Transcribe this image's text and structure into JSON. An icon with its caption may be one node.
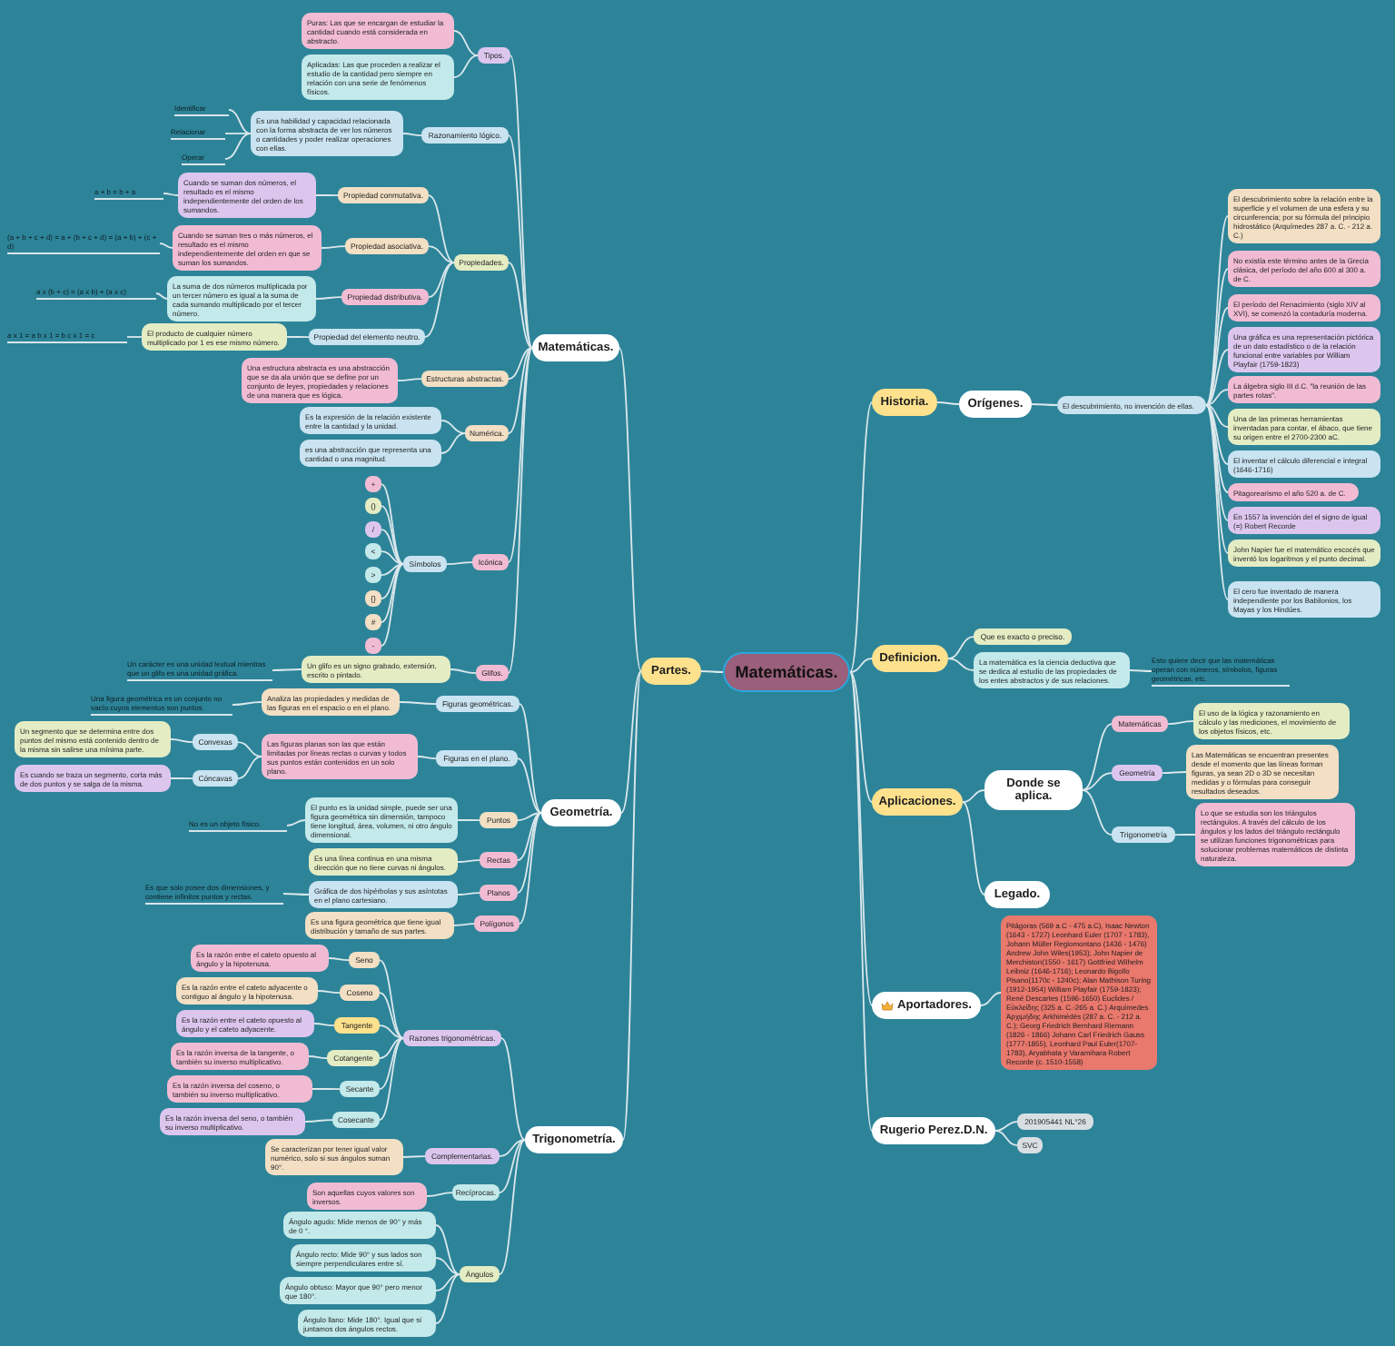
{
  "diagram": {
    "nodes": [
      {
        "text": [
          "Matemáticas."
        ]
      },
      {
        "text": [
          "Partes."
        ]
      },
      {
        "text": [
          "Matemáticas."
        ]
      },
      {
        "text": [
          "Tipos."
        ]
      },
      {
        "text": [
          "Puras: Las que se encargan de estudiar la cantidad cuando está considerada en abstracto."
        ]
      },
      {
        "text": [
          "Aplicadas: Las que proceden a realizar el estudio de la cantidad pero siempre en relación con una serie de fenómenos físicos."
        ]
      },
      {
        "text": [
          "Razonamiento lógico."
        ]
      },
      {
        "text": [
          "Es una habilidad y capacidad relacionada con la forma abstracta de ver los números o cantidades y poder realizar operaciones con ellas."
        ]
      },
      {
        "text": [
          "Identificar"
        ]
      },
      {
        "text": [
          "Relacionar"
        ]
      },
      {
        "text": [
          "Operar"
        ]
      },
      {
        "text": [
          "Propiedades."
        ]
      },
      {
        "text": [
          "Propiedad conmutativa."
        ]
      },
      {
        "text": [
          "Cuando se suman dos números, el resultado es el mismo independientemente del orden de los sumandos."
        ]
      },
      {
        "text": [
          "a + b = b + a"
        ]
      },
      {
        "text": [
          "Propiedad asociativa."
        ]
      },
      {
        "text": [
          "Cuando se suman tres o más números, el resultado es el mismo independientemente del orden en que se suman los sumandos."
        ]
      },
      {
        "text": [
          "(a + b + c + d) = a + (b + c + d) = (a + b) + (c + d)"
        ]
      },
      {
        "text": [
          "Propiedad distributiva."
        ]
      },
      {
        "text": [
          "La suma de dos números multiplicada por un tercer número es igual a la suma de cada sumando multiplicado por el tercer número."
        ]
      },
      {
        "text": [
          "a x (b + c) = (a x b) + (a x c)"
        ]
      },
      {
        "text": [
          "Propiedad del elemento neutro."
        ]
      },
      {
        "text": [
          "El producto de cualquier número multiplicado por 1 es ese mismo número."
        ]
      },
      {
        "text": [
          "a x 1 = a b x 1 = b c x 1 = c"
        ]
      },
      {
        "text": [
          "Estructuras abstractas."
        ]
      },
      {
        "text": [
          "Una estructura abstracta es una abstracción que se da ala unión que se define por un conjunto de leyes, propiedades y relaciones de una manera que es lógica."
        ]
      },
      {
        "text": [
          "Numérica."
        ]
      },
      {
        "text": [
          "Es la expresión de la relación existente entre la cantidad y la unidad."
        ]
      },
      {
        "text": [
          "es una abstracción que representa una cantidad o una magnitud."
        ]
      },
      {
        "text": [
          "Icónica"
        ]
      },
      {
        "text": [
          "Símbolos"
        ]
      },
      {
        "text": [
          "+"
        ]
      },
      {
        "text": [
          "()"
        ]
      },
      {
        "text": [
          "/"
        ]
      },
      {
        "text": [
          "<"
        ]
      },
      {
        "text": [
          ">"
        ]
      },
      {
        "text": [
          "{}"
        ]
      },
      {
        "text": [
          "#"
        ]
      },
      {
        "text": [
          "-"
        ]
      },
      {
        "text": [
          "Glifos."
        ]
      },
      {
        "text": [
          "Un glifo es un signo grabado, extensión, escrito o pintado."
        ]
      },
      {
        "text": [
          "Un carácter es una unidad textual mientras que un glifo es una unidad gráfica."
        ]
      },
      {
        "text": [
          "Geometría."
        ]
      },
      {
        "text": [
          "Figuras geométricas."
        ]
      },
      {
        "text": [
          "Analiza las propiedades y medidas de las figuras en el espacio o en el plano."
        ]
      },
      {
        "text": [
          "Una figura geométrica es un conjunto no vacío cuyos elementos son puntos."
        ]
      },
      {
        "text": [
          "Figuras en el plano."
        ]
      },
      {
        "text": [
          "Las figuras planas son las que están limitadas por líneas rectas o curvas y todos sus puntos están contenidos en un solo plano."
        ]
      },
      {
        "text": [
          "Convexas"
        ]
      },
      {
        "text": [
          "Un segmento que se determina entre dos puntos del mismo está contenido dentro de la misma sin salirse una mínima parte."
        ]
      },
      {
        "text": [
          "Cóncavas"
        ]
      },
      {
        "text": [
          "Es cuando se traza un segmento, corta más de dos puntos y se salga de la misma."
        ]
      },
      {
        "text": [
          "Puntos"
        ]
      },
      {
        "text": [
          "El punto es la unidad simple, puede ser una figura geométrica sin dimensión, tampoco tiene longitud, área, volumen, ni otro ángulo dimensional."
        ]
      },
      {
        "text": [
          "No es un objeto físico."
        ]
      },
      {
        "text": [
          "Rectas"
        ]
      },
      {
        "text": [
          "Es una línea continua en una misma dirección que no tiene curvas ni ángulos."
        ]
      },
      {
        "text": [
          "Planos"
        ]
      },
      {
        "text": [
          "Gráfica de dos hipérbolas y sus asíntotas en el plano cartesiano."
        ]
      },
      {
        "text": [
          "Es que solo posee dos dimensiones, y contiene infinitos puntos y rectas."
        ]
      },
      {
        "text": [
          "Polígonos"
        ]
      },
      {
        "text": [
          "Es una figura geométrica que tiene igual distribución y tamaño de sus partes."
        ]
      },
      {
        "text": [
          "Trigonometría."
        ]
      },
      {
        "text": [
          "Razones trigonométricas."
        ]
      },
      {
        "text": [
          "Seno"
        ]
      },
      {
        "text": [
          "Es la razón entre el cateto opuesto al ángulo y la hipotenusa."
        ]
      },
      {
        "text": [
          "Coseno"
        ]
      },
      {
        "text": [
          "Es la razón entre el cateto adyacente o contiguo al ángulo y la hipotenusa."
        ]
      },
      {
        "text": [
          "Tangente"
        ]
      },
      {
        "text": [
          "Es la razón entre el cateto opuesto al ángulo y el cateto adyacente."
        ]
      },
      {
        "text": [
          "Cotangente"
        ]
      },
      {
        "text": [
          "Es la razón inversa de la tangente, o también su inverso multiplicativo."
        ]
      },
      {
        "text": [
          "Secante"
        ]
      },
      {
        "text": [
          "Es la razón inversa del coseno, o también su inverso multiplicativo."
        ]
      },
      {
        "text": [
          "Cosecante"
        ]
      },
      {
        "text": [
          "Es la razón inversa del seno, o también su inverso multiplicativo."
        ]
      },
      {
        "text": [
          "Complementarias."
        ]
      },
      {
        "text": [
          "Se caracterizan por tener igual valor numérico, solo si sus ángulos suman 90°."
        ]
      },
      {
        "text": [
          "Recíprocas."
        ]
      },
      {
        "text": [
          "Son aquellas cuyos valores son inversos."
        ]
      },
      {
        "text": [
          "Ángulos"
        ]
      },
      {
        "text": [
          "Ángulo agudo: Mide menos de 90° y más de 0 °."
        ]
      },
      {
        "text": [
          "Ángulo recto: Mide 90° y sus lados son siempre perpendiculares entre sí."
        ]
      },
      {
        "text": [
          "Ángulo obtuso: Mayor que 90° pero menor que 180°."
        ]
      },
      {
        "text": [
          "Ángulo llano: Mide 180°. Igual que si juntamos dos ángulos rectos."
        ]
      },
      {
        "text": [
          "Historia."
        ]
      },
      {
        "text": [
          "Orígenes."
        ]
      },
      {
        "text": [
          "El descubrimiento, no invención de ellas."
        ]
      },
      {
        "text": [
          "El descubrimiento sobre la relación entre la superficie y el volumen de una esfera y su circunferencia; por su fórmula del principio hidrostático (Arquímedes 287 a. C. - 212 a. C.)"
        ]
      },
      {
        "text": [
          "No existía este término antes de la Grecia clásica, del período del año 600 al 300 a. de C."
        ]
      },
      {
        "text": [
          "El período del Renacimiento (siglo XIV al XVI), se comenzó la contaduría moderna."
        ]
      },
      {
        "text": [
          "Una gráfica es una representación pictórica de un dato estadístico o de la relación funcional entre variables por William Playfair (1759-1823)"
        ]
      },
      {
        "text": [
          "La álgebra siglo III d.C. \"la reunión de las partes rotas\"."
        ]
      },
      {
        "text": [
          "Una de las primeras herramientas inventadas para contar, el ábaco, que tiene su origen entre el 2700-2300 aC."
        ]
      },
      {
        "text": [
          "El inventar el cálculo diferencial e integral (1646-1716)"
        ]
      },
      {
        "text": [
          "Pitagorearismo el año 520 a. de C."
        ]
      },
      {
        "text": [
          "En 1557 la invención del el signo de igual (=) Robert Recorde"
        ]
      },
      {
        "text": [
          "John Napier fue el matemático escocés que inventó los logaritmos y el punto decimal."
        ]
      },
      {
        "text": [
          "El cero fue inventado de manera independiente por los Babilonios, los Mayas y los Hindúes."
        ]
      },
      {
        "text": [
          "Definicion."
        ]
      },
      {
        "text": [
          "Que es exacto o preciso."
        ]
      },
      {
        "text": [
          "La matemática es la ciencia deductiva que se dedica al estudio de las propiedades de los entes abstractos y de sus relaciones."
        ]
      },
      {
        "text": [
          "Esto quiere decir que las matemáticas operan con números, símbolos, figuras geométricas, etc."
        ]
      },
      {
        "text": [
          "Aplicaciones."
        ]
      },
      {
        "text": [
          "Donde se aplica."
        ]
      },
      {
        "text": [
          "Legado."
        ]
      },
      {
        "text": [
          "Matemáticas"
        ]
      },
      {
        "text": [
          "El uso de la lógica y razonamiento en cálculo y las mediciones, el movimiento de los objetos físicos, etc."
        ]
      },
      {
        "text": [
          "Geometría"
        ]
      },
      {
        "text": [
          "Las Matemáticas se encuentran presentes desde el momento que las líneas forman figuras, ya sean 2D o 3D se necesitan medidas y o fórmulas para conseguir resultados deseados."
        ]
      },
      {
        "text": [
          "Trigonometría"
        ]
      },
      {
        "text": [
          "Lo que se estudia son los triángulos rectángulos. A través del cálculo de los ángulos y los lados del triángulo rectángulo se utilizan funciones trigonométricas para solucionar problemas matemáticos de distinta naturaleza."
        ]
      },
      {
        "text": [
          "Aportadores."
        ]
      },
      {
        "text": [
          "Pitágoras (569 a.C - 475 a.C), Isaac Newton (1643 - 1727) Leonhard Euler (1707 - 1783), Johann Müller Regiomontano (1436 - 1476) Andrew John Wiles(1953); John Napier de Merchiston(1550 - 1617) Gottfried Wilhelm Leibniz (1646-1716); Leonardo Bigollo Pisano(1170c - 1240c); Alan Mathison Turing (1912-1954) William Playfair (1759-1823); René Descartes (1596-1650) Euclides / Εὐκλείδης (325 a. C.-265 a. C.) Arquímedes Ἀρχιμήδης Arkhimédēs (287 a. C. - 212 a. C.); Georg Friedrich Bernhard Riemann (1826 - 1866) Johann Carl Friedrich Gauss (1777-1855), Leonhard Paul Euler(1707- 1783), Aryabhata y Varamihara Robert Recorde (c. 1510-1558)"
        ]
      },
      {
        "text": [
          "Rugerio Perez.D.N."
        ]
      },
      {
        "text": [
          "201905441 NL°26"
        ]
      },
      {
        "text": [
          "SVC"
        ]
      }
    ],
    "edges": [
      {
        "from": 0,
        "to": 1,
        "arrow": "none"
      },
      {
        "from": 1,
        "to": 2,
        "arrow": "none"
      },
      {
        "from": 1,
        "to": 42,
        "arrow": "none"
      },
      {
        "from": 1,
        "to": 62,
        "arrow": "none"
      },
      {
        "from": 2,
        "to": 3,
        "arrow": "none"
      },
      {
        "from": 3,
        "to": 4,
        "arrow": "none"
      },
      {
        "from": 3,
        "to": 5,
        "arrow": "none"
      },
      {
        "from": 2,
        "to": 6,
        "arrow": "none"
      },
      {
        "from": 6,
        "to": 7,
        "arrow": "none"
      },
      {
        "from": 7,
        "to": 8,
        "arrow": "none"
      },
      {
        "from": 7,
        "to": 9,
        "arrow": "none"
      },
      {
        "from": 7,
        "to": 10,
        "arrow": "none"
      },
      {
        "from": 2,
        "to": 11,
        "arrow": "none"
      },
      {
        "from": 11,
        "to": 12,
        "arrow": "none"
      },
      {
        "from": 12,
        "to": 13,
        "arrow": "none"
      },
      {
        "from": 13,
        "to": 14,
        "arrow": "none"
      },
      {
        "from": 11,
        "to": 15,
        "arrow": "none"
      },
      {
        "from": 15,
        "to": 16,
        "arrow": "none"
      },
      {
        "from": 16,
        "to": 17,
        "arrow": "none"
      },
      {
        "from": 11,
        "to": 18,
        "arrow": "none"
      },
      {
        "from": 18,
        "to": 19,
        "arrow": "none"
      },
      {
        "from": 19,
        "to": 20,
        "arrow": "none"
      },
      {
        "from": 11,
        "to": 21,
        "arrow": "none"
      },
      {
        "from": 21,
        "to": 22,
        "arrow": "none"
      },
      {
        "from": 22,
        "to": 23,
        "arrow": "none"
      },
      {
        "from": 2,
        "to": 24,
        "arrow": "none"
      },
      {
        "from": 24,
        "to": 25,
        "arrow": "none"
      },
      {
        "from": 2,
        "to": 26,
        "arrow": "none"
      },
      {
        "from": 26,
        "to": 27,
        "arrow": "none"
      },
      {
        "from": 26,
        "to": 28,
        "arrow": "none"
      },
      {
        "from": 2,
        "to": 29,
        "arrow": "none"
      },
      {
        "from": 29,
        "to": 30,
        "arrow": "none"
      },
      {
        "from": 30,
        "to": 31,
        "arrow": "none"
      },
      {
        "from": 30,
        "to": 32,
        "arrow": "none"
      },
      {
        "from": 30,
        "to": 33,
        "arrow": "none"
      },
      {
        "from": 30,
        "to": 34,
        "arrow": "none"
      },
      {
        "from": 30,
        "to": 35,
        "arrow": "none"
      },
      {
        "from": 30,
        "to": 36,
        "arrow": "none"
      },
      {
        "from": 30,
        "to": 37,
        "arrow": "none"
      },
      {
        "from": 30,
        "to": 38,
        "arrow": "none"
      },
      {
        "from": 2,
        "to": 39,
        "arrow": "none"
      },
      {
        "from": 39,
        "to": 40,
        "arrow": "none"
      },
      {
        "from": 40,
        "to": 41,
        "arrow": "none"
      },
      {
        "from": 42,
        "to": 43,
        "arrow": "none"
      },
      {
        "from": 43,
        "to": 44,
        "arrow": "none"
      },
      {
        "from": 44,
        "to": 45,
        "arrow": "none"
      },
      {
        "from": 42,
        "to": 46,
        "arrow": "none"
      },
      {
        "from": 46,
        "to": 47,
        "arrow": "none"
      },
      {
        "from": 47,
        "to": 48,
        "arrow": "none"
      },
      {
        "from": 48,
        "to": 49,
        "arrow": "none"
      },
      {
        "from": 47,
        "to": 50,
        "arrow": "none"
      },
      {
        "from": 50,
        "to": 51,
        "arrow": "none"
      },
      {
        "from": 42,
        "to": 52,
        "arrow": "none"
      },
      {
        "from": 52,
        "to": 53,
        "arrow": "none"
      },
      {
        "from": 53,
        "to": 54,
        "arrow": "none"
      },
      {
        "from": 42,
        "to": 55,
        "arrow": "none"
      },
      {
        "from": 55,
        "to": 56,
        "arrow": "none"
      },
      {
        "from": 42,
        "to": 57,
        "arrow": "none"
      },
      {
        "from": 57,
        "to": 58,
        "arrow": "none"
      },
      {
        "from": 58,
        "to": 59,
        "arrow": "none"
      },
      {
        "from": 42,
        "to": 60,
        "arrow": "none"
      },
      {
        "from": 60,
        "to": 61,
        "arrow": "none"
      },
      {
        "from": 62,
        "to": 63,
        "arrow": "none"
      },
      {
        "from": 63,
        "to": 64,
        "arrow": "none"
      },
      {
        "from": 64,
        "to": 65,
        "arrow": "none"
      },
      {
        "from": 63,
        "to": 66,
        "arrow": "none"
      },
      {
        "from": 66,
        "to": 67,
        "arrow": "none"
      },
      {
        "from": 63,
        "to": 68,
        "arrow": "none"
      },
      {
        "from": 68,
        "to": 69,
        "arrow": "none"
      },
      {
        "from": 63,
        "to": 70,
        "arrow": "none"
      },
      {
        "from": 70,
        "to": 71,
        "arrow": "none"
      },
      {
        "from": 63,
        "to": 72,
        "arrow": "none"
      },
      {
        "from": 72,
        "to": 73,
        "arrow": "none"
      },
      {
        "from": 63,
        "to": 74,
        "arrow": "none"
      },
      {
        "from": 74,
        "to": 75,
        "arrow": "none"
      },
      {
        "from": 62,
        "to": 76,
        "arrow": "none"
      },
      {
        "from": 76,
        "to": 77,
        "arrow": "none"
      },
      {
        "from": 62,
        "to": 78,
        "arrow": "none"
      },
      {
        "from": 78,
        "to": 79,
        "arrow": "none"
      },
      {
        "from": 62,
        "to": 80,
        "arrow": "none"
      },
      {
        "from": 80,
        "to": 81,
        "arrow": "none"
      },
      {
        "from": 80,
        "to": 82,
        "arrow": "none"
      },
      {
        "from": 80,
        "to": 83,
        "arrow": "none"
      },
      {
        "from": 80,
        "to": 84,
        "arrow": "none"
      },
      {
        "from": 0,
        "to": 85,
        "arrow": "none"
      },
      {
        "from": 85,
        "to": 86,
        "arrow": "none"
      },
      {
        "from": 86,
        "to": 87,
        "arrow": "none"
      },
      {
        "from": 87,
        "to": 88,
        "arrow": "none"
      },
      {
        "from": 87,
        "to": 89,
        "arrow": "none"
      },
      {
        "from": 87,
        "to": 90,
        "arrow": "none"
      },
      {
        "from": 87,
        "to": 91,
        "arrow": "none"
      },
      {
        "from": 87,
        "to": 92,
        "arrow": "none"
      },
      {
        "from": 87,
        "to": 93,
        "arrow": "none"
      },
      {
        "from": 87,
        "to": 94,
        "arrow": "none"
      },
      {
        "from": 87,
        "to": 95,
        "arrow": "none"
      },
      {
        "from": 87,
        "to": 96,
        "arrow": "none"
      },
      {
        "from": 87,
        "to": 97,
        "arrow": "none"
      },
      {
        "from": 87,
        "to": 98,
        "arrow": "none"
      },
      {
        "from": 0,
        "to": 99,
        "arrow": "none"
      },
      {
        "from": 99,
        "to": 100,
        "arrow": "none"
      },
      {
        "from": 99,
        "to": 101,
        "arrow": "none"
      },
      {
        "from": 101,
        "to": 102,
        "arrow": "none"
      },
      {
        "from": 0,
        "to": 103,
        "arrow": "none"
      },
      {
        "from": 103,
        "to": 104,
        "arrow": "none"
      },
      {
        "from": 103,
        "to": 105,
        "arrow": "none"
      },
      {
        "from": 104,
        "to": 106,
        "arrow": "none"
      },
      {
        "from": 106,
        "to": 107,
        "arrow": "none"
      },
      {
        "from": 104,
        "to": 108,
        "arrow": "none"
      },
      {
        "from": 108,
        "to": 109,
        "arrow": "none"
      },
      {
        "from": 104,
        "to": 110,
        "arrow": "none"
      },
      {
        "from": 110,
        "to": 111,
        "arrow": "none"
      },
      {
        "from": 0,
        "to": 112,
        "arrow": "none"
      },
      {
        "from": 112,
        "to": 113,
        "arrow": "none"
      },
      {
        "from": 0,
        "to": 114,
        "arrow": "none"
      },
      {
        "from": 114,
        "to": 115,
        "arrow": "none"
      },
      {
        "from": 114,
        "to": 116,
        "arrow": "none"
      }
    ]
  }
}
